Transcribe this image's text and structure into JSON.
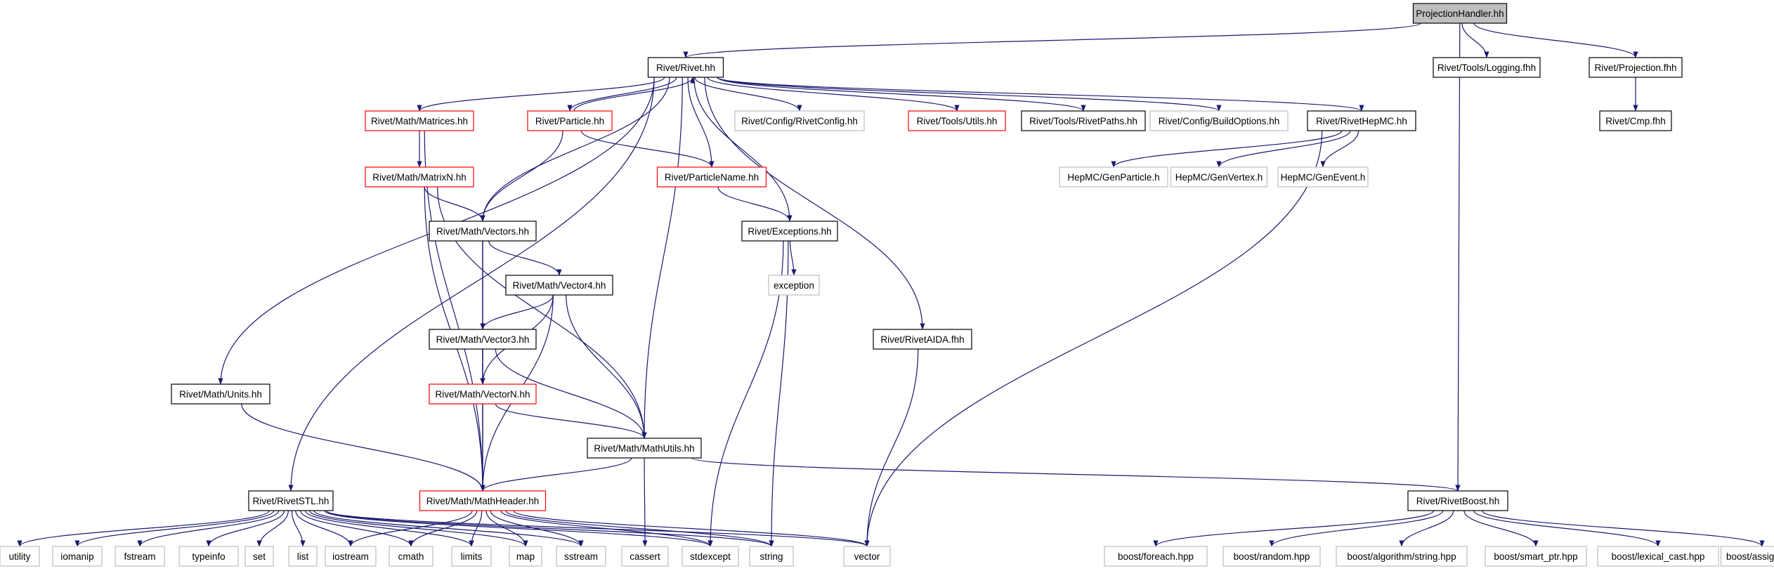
{
  "colors": {
    "edge": "#191970",
    "border_normal": "#000000",
    "border_red": "#ff0000",
    "border_gray": "#bfbfbf",
    "text_normal": "#000000",
    "text_gray": "#000000",
    "root_fill": "#bfbfbf",
    "node_fill": "#ffffff"
  },
  "nodes": {
    "projectionhandler": {
      "label": "ProjectionHandler.hh",
      "style": "root"
    },
    "rivet": {
      "label": "Rivet/Rivet.hh",
      "style": "normal"
    },
    "logging": {
      "label": "Rivet/Tools/Logging.fhh",
      "style": "normal"
    },
    "projection_fhh": {
      "label": "Rivet/Projection.fhh",
      "style": "normal"
    },
    "cmp_fhh": {
      "label": "Rivet/Cmp.fhh",
      "style": "normal"
    },
    "matrices": {
      "label": "Rivet/Math/Matrices.hh",
      "style": "red"
    },
    "particle": {
      "label": "Rivet/Particle.hh",
      "style": "red"
    },
    "rivetconfig": {
      "label": "Rivet/Config/RivetConfig.hh",
      "style": "gray"
    },
    "utils": {
      "label": "Rivet/Tools/Utils.hh",
      "style": "red"
    },
    "rivetpaths": {
      "label": "Rivet/Tools/RivetPaths.hh",
      "style": "normal"
    },
    "buildoptions": {
      "label": "Rivet/Config/BuildOptions.hh",
      "style": "gray"
    },
    "rivethepmc": {
      "label": "Rivet/RivetHepMC.hh",
      "style": "normal"
    },
    "matrixn": {
      "label": "Rivet/Math/MatrixN.hh",
      "style": "red"
    },
    "particlename": {
      "label": "Rivet/ParticleName.hh",
      "style": "red"
    },
    "genparticle": {
      "label": "HepMC/GenParticle.h",
      "style": "gray"
    },
    "genvertex": {
      "label": "HepMC/GenVertex.h",
      "style": "gray"
    },
    "genevent": {
      "label": "HepMC/GenEvent.h",
      "style": "gray"
    },
    "vectors": {
      "label": "Rivet/Math/Vectors.hh",
      "style": "normal"
    },
    "exceptions": {
      "label": "Rivet/Exceptions.hh",
      "style": "normal"
    },
    "vector4": {
      "label": "Rivet/Math/Vector4.hh",
      "style": "normal"
    },
    "exception": {
      "label": "exception",
      "style": "gray"
    },
    "vector3": {
      "label": "Rivet/Math/Vector3.hh",
      "style": "normal"
    },
    "rivetaida": {
      "label": "Rivet/RivetAIDA.fhh",
      "style": "normal"
    },
    "units": {
      "label": "Rivet/Math/Units.hh",
      "style": "normal"
    },
    "vectorn": {
      "label": "Rivet/Math/VectorN.hh",
      "style": "red"
    },
    "mathutils": {
      "label": "Rivet/Math/MathUtils.hh",
      "style": "normal"
    },
    "rivetstl": {
      "label": "Rivet/RivetSTL.hh",
      "style": "normal"
    },
    "mathheader": {
      "label": "Rivet/Math/MathHeader.hh",
      "style": "red"
    },
    "rivetboost": {
      "label": "Rivet/RivetBoost.hh",
      "style": "normal"
    },
    "utility": {
      "label": "utility",
      "style": "gray"
    },
    "iomanip": {
      "label": "iomanip",
      "style": "gray"
    },
    "fstream": {
      "label": "fstream",
      "style": "gray"
    },
    "typeinfo": {
      "label": "typeinfo",
      "style": "gray"
    },
    "set": {
      "label": "set",
      "style": "gray"
    },
    "list": {
      "label": "list",
      "style": "gray"
    },
    "iostream": {
      "label": "iostream",
      "style": "gray"
    },
    "cmath": {
      "label": "cmath",
      "style": "gray"
    },
    "limits": {
      "label": "limits",
      "style": "gray"
    },
    "map": {
      "label": "map",
      "style": "gray"
    },
    "sstream": {
      "label": "sstream",
      "style": "gray"
    },
    "cassert": {
      "label": "cassert",
      "style": "gray"
    },
    "stdexcept": {
      "label": "stdexcept",
      "style": "gray"
    },
    "string": {
      "label": "string",
      "style": "gray"
    },
    "vector": {
      "label": "vector",
      "style": "gray"
    },
    "foreach": {
      "label": "boost/foreach.hpp",
      "style": "gray"
    },
    "random": {
      "label": "boost/random.hpp",
      "style": "gray"
    },
    "algostring": {
      "label": "boost/algorithm/string.hpp",
      "style": "gray"
    },
    "smartptr": {
      "label": "boost/smart_ptr.hpp",
      "style": "gray"
    },
    "lexicalcast": {
      "label": "boost/lexical_cast.hpp",
      "style": "gray"
    },
    "assign": {
      "label": "boost/assign.hpp",
      "style": "gray"
    }
  },
  "edges": [
    [
      "projectionhandler",
      "rivet"
    ],
    [
      "projectionhandler",
      "logging"
    ],
    [
      "projectionhandler",
      "projection_fhh"
    ],
    [
      "projectionhandler",
      "rivetboost"
    ],
    [
      "projection_fhh",
      "cmp_fhh"
    ],
    [
      "rivet",
      "matrices"
    ],
    [
      "rivet",
      "particle"
    ],
    [
      "rivet",
      "rivetconfig"
    ],
    [
      "rivet",
      "utils"
    ],
    [
      "rivet",
      "rivetpaths"
    ],
    [
      "rivet",
      "buildoptions"
    ],
    [
      "rivet",
      "rivethepmc"
    ],
    [
      "rivet",
      "particlename"
    ],
    [
      "rivet",
      "vectors"
    ],
    [
      "rivet",
      "exceptions"
    ],
    [
      "rivet",
      "rivetaida"
    ],
    [
      "rivet",
      "units"
    ],
    [
      "rivet",
      "mathutils"
    ],
    [
      "rivet",
      "rivetstl"
    ],
    [
      "particle",
      "rivet"
    ],
    [
      "particle",
      "particlename"
    ],
    [
      "particle",
      "vectors"
    ],
    [
      "matrices",
      "matrixn"
    ],
    [
      "matrices",
      "mathheader"
    ],
    [
      "matrixn",
      "vectors"
    ],
    [
      "matrixn",
      "mathheader"
    ],
    [
      "matrixn",
      "mathutils"
    ],
    [
      "rivethepmc",
      "genparticle"
    ],
    [
      "rivethepmc",
      "genvertex"
    ],
    [
      "rivethepmc",
      "genevent"
    ],
    [
      "rivethepmc",
      "vector"
    ],
    [
      "particlename",
      "exceptions"
    ],
    [
      "exceptions",
      "exception"
    ],
    [
      "exceptions",
      "stdexcept"
    ],
    [
      "exceptions",
      "string"
    ],
    [
      "vectors",
      "vector4"
    ],
    [
      "vectors",
      "vector3"
    ],
    [
      "vectors",
      "vectorn"
    ],
    [
      "vectors",
      "mathheader"
    ],
    [
      "vector4",
      "vector3"
    ],
    [
      "vector4",
      "vectorn"
    ],
    [
      "vector4",
      "mathutils"
    ],
    [
      "vector4",
      "mathheader"
    ],
    [
      "vector3",
      "vectorn"
    ],
    [
      "vector3",
      "mathutils"
    ],
    [
      "vector3",
      "mathheader"
    ],
    [
      "vectorn",
      "mathutils"
    ],
    [
      "vectorn",
      "mathheader"
    ],
    [
      "rivetaida",
      "vector"
    ],
    [
      "units",
      "mathheader"
    ],
    [
      "mathutils",
      "mathheader"
    ],
    [
      "mathutils",
      "cassert"
    ],
    [
      "mathutils",
      "rivetboost"
    ],
    [
      "rivetstl",
      "utility"
    ],
    [
      "rivetstl",
      "iomanip"
    ],
    [
      "rivetstl",
      "fstream"
    ],
    [
      "rivetstl",
      "typeinfo"
    ],
    [
      "rivetstl",
      "set"
    ],
    [
      "rivetstl",
      "list"
    ],
    [
      "rivetstl",
      "iostream"
    ],
    [
      "rivetstl",
      "cmath"
    ],
    [
      "rivetstl",
      "limits"
    ],
    [
      "rivetstl",
      "map"
    ],
    [
      "rivetstl",
      "sstream"
    ],
    [
      "rivetstl",
      "stdexcept"
    ],
    [
      "rivetstl",
      "string"
    ],
    [
      "rivetstl",
      "vector"
    ],
    [
      "mathheader",
      "iostream"
    ],
    [
      "mathheader",
      "cmath"
    ],
    [
      "mathheader",
      "limits"
    ],
    [
      "mathheader",
      "map"
    ],
    [
      "mathheader",
      "sstream"
    ],
    [
      "mathheader",
      "stdexcept"
    ],
    [
      "mathheader",
      "string"
    ],
    [
      "mathheader",
      "vector"
    ],
    [
      "rivetboost",
      "foreach"
    ],
    [
      "rivetboost",
      "random"
    ],
    [
      "rivetboost",
      "algostring"
    ],
    [
      "rivetboost",
      "smartptr"
    ],
    [
      "rivetboost",
      "lexicalcast"
    ],
    [
      "rivetboost",
      "assign"
    ]
  ]
}
